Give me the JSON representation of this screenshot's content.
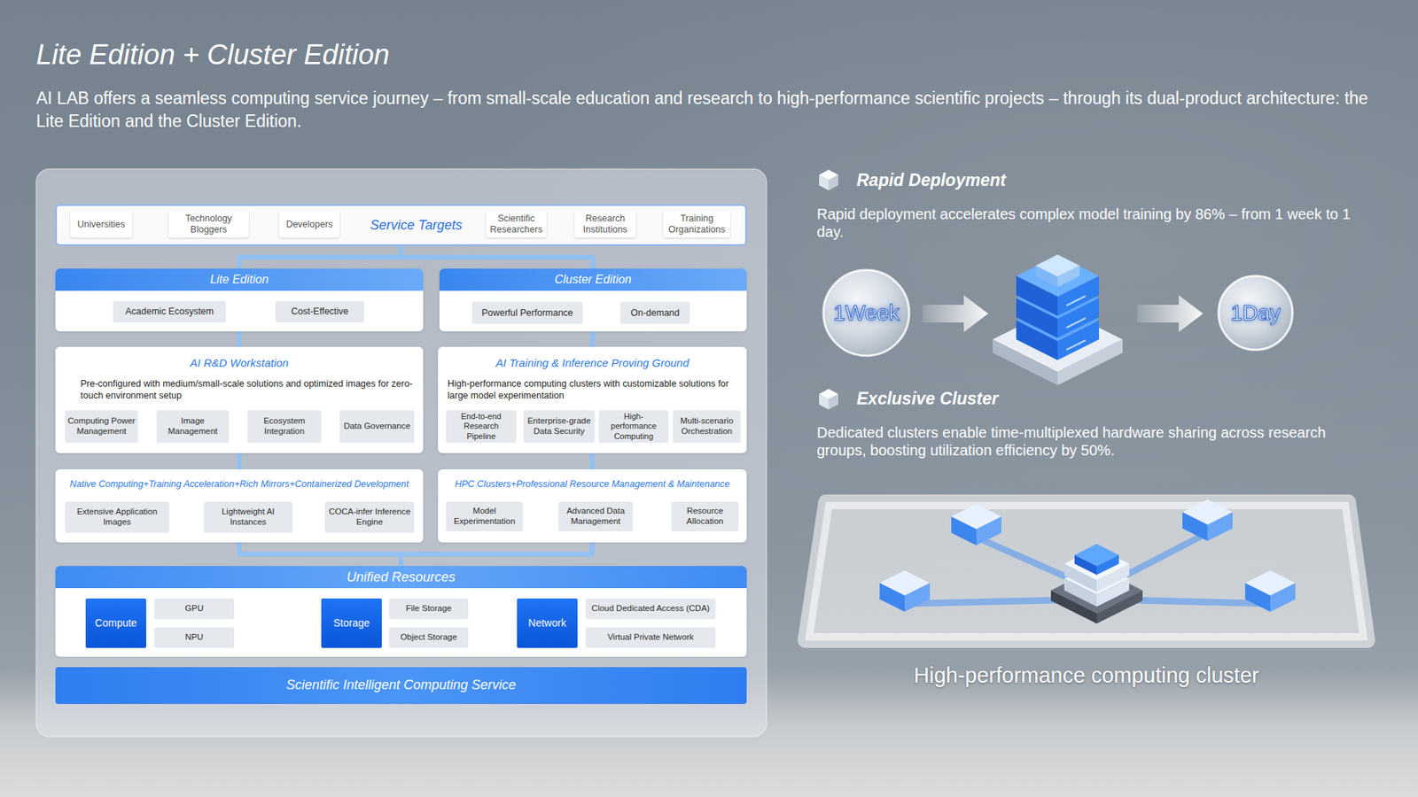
{
  "diagram": {
    "title": "Lite Edition + Cluster Edition",
    "nodes": [
      {
        "text": [
          "Service Targets"
        ]
      },
      {
        "text": [
          "Universities"
        ],
        "in": 0
      },
      {
        "text": [
          "Technology Bloggers"
        ],
        "in": 0
      },
      {
        "text": [
          "Developers"
        ],
        "in": 0
      },
      {
        "text": [
          "Scientific Researchers"
        ],
        "in": 0
      },
      {
        "text": [
          "Research Institutions"
        ],
        "in": 0
      },
      {
        "text": [
          "Training Organizations"
        ],
        "in": 0
      },
      {
        "text": [
          "Lite Edition"
        ]
      },
      {
        "text": [
          "Academic Ecosystem"
        ],
        "in": 7
      },
      {
        "text": [
          "Cost-Effective"
        ],
        "in": 7
      },
      {
        "text": [
          "Cluster Edition"
        ]
      },
      {
        "text": [
          "Powerful Performance"
        ],
        "in": 10
      },
      {
        "text": [
          "On-demand"
        ],
        "in": 10
      },
      {
        "text": [
          "AI R&D Workstation",
          "Pre-configured with medium/small-scale solutions and optimized images for zero-touch environment setup"
        ]
      },
      {
        "text": [
          "Computing Power Management"
        ],
        "in": 13
      },
      {
        "text": [
          "Image Management"
        ],
        "in": 13
      },
      {
        "text": [
          "Ecosystem Integration"
        ],
        "in": 13
      },
      {
        "text": [
          "Data Governance"
        ],
        "in": 13
      },
      {
        "text": [
          "AI Training & Inference Proving Ground",
          "High-performance computing clusters with customizable solutions for large model experimentation"
        ]
      },
      {
        "text": [
          "End-to-end Research Pipeline"
        ],
        "in": 18
      },
      {
        "text": [
          "Enterprise-grade Data Security"
        ],
        "in": 18
      },
      {
        "text": [
          "High-performance Computing"
        ],
        "in": 18
      },
      {
        "text": [
          "Multi-scenario Orchestration"
        ],
        "in": 18
      },
      {
        "text": [
          "Native Computing+Training Acceleration+Rich Mirrors+Containerized Development"
        ]
      },
      {
        "text": [
          "Extensive Application Images"
        ],
        "in": 23
      },
      {
        "text": [
          "Lightweight AI Instances"
        ],
        "in": 23
      },
      {
        "text": [
          "COCA-infer Inference Engine"
        ],
        "in": 23
      },
      {
        "text": [
          "HPC Clusters+Professional Resource Management & Maintenance"
        ]
      },
      {
        "text": [
          "Model Experimentation"
        ],
        "in": 27
      },
      {
        "text": [
          "Advanced Data Management"
        ],
        "in": 27
      },
      {
        "text": [
          "Resource Allocation"
        ],
        "in": 27
      },
      {
        "text": [
          "Unified Resources"
        ]
      },
      {
        "text": [
          "Compute"
        ],
        "in": 31
      },
      {
        "text": [
          "GPU"
        ],
        "in": 31
      },
      {
        "text": [
          "NPU"
        ],
        "in": 31
      },
      {
        "text": [
          "Storage"
        ],
        "in": 31
      },
      {
        "text": [
          "File Storage"
        ],
        "in": 31
      },
      {
        "text": [
          "Object Storage"
        ],
        "in": 31
      },
      {
        "text": [
          "Network"
        ],
        "in": 31
      },
      {
        "text": [
          "Cloud Dedicated Access (CDA)"
        ],
        "in": 31
      },
      {
        "text": [
          "Virtual Private Network"
        ],
        "in": 31
      },
      {
        "text": [
          "Scientific Intelligent Computing Service"
        ]
      },
      {
        "text": [
          "1Week"
        ]
      },
      {
        "text": [
          "1Day"
        ]
      }
    ],
    "edges": [
      {
        "from": 0,
        "to": 7,
        "arrow": "none"
      },
      {
        "from": 0,
        "to": 10,
        "arrow": "none"
      },
      {
        "from": 7,
        "to": 13,
        "arrow": "none"
      },
      {
        "from": 13,
        "to": 23,
        "arrow": "none"
      },
      {
        "from": 10,
        "to": 18,
        "arrow": "none"
      },
      {
        "from": 18,
        "to": 27,
        "arrow": "none"
      },
      {
        "from": 23,
        "to": 31,
        "arrow": "none"
      },
      {
        "from": 27,
        "to": 31,
        "arrow": "none"
      }
    ],
    "labels": [
      "AI LAB offers a seamless computing service journey – from small-scale education and research to high-performance scientific projects – through its dual-product architecture: the Lite Edition and the Cluster Edition.",
      "Rapid Deployment",
      "Rapid deployment accelerates complex model training by 86% – from 1 week to 1 day.",
      "Exclusive Cluster",
      "Dedicated clusters enable time-multiplexed hardware sharing across research groups, boosting utilization efficiency by 50%.",
      "High-performance computing cluster"
    ]
  }
}
